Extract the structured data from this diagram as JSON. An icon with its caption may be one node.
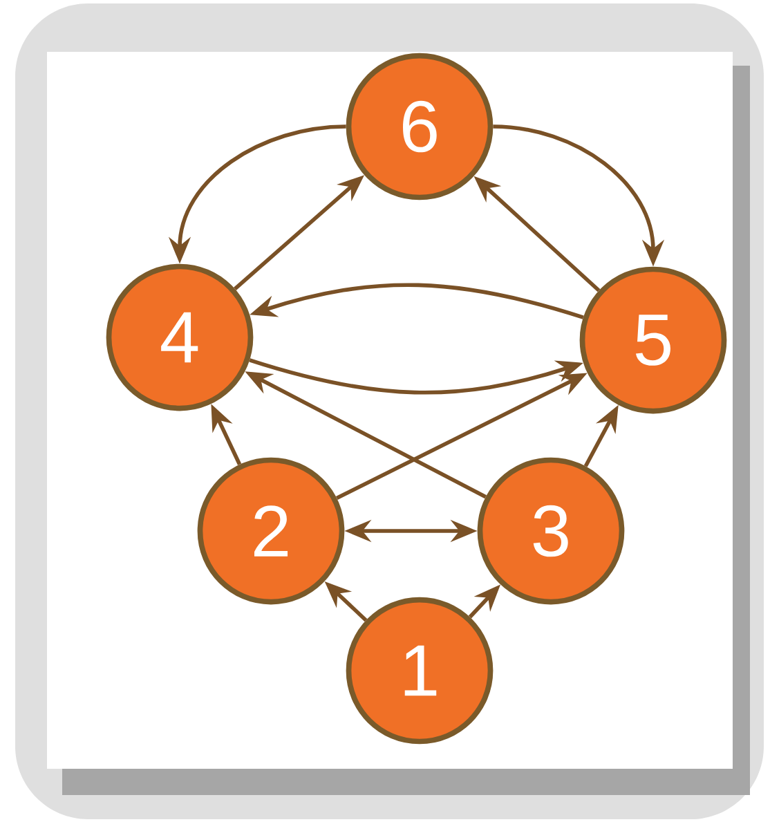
{
  "diagram": {
    "nodes": [
      {
        "text": [
          "6"
        ]
      },
      {
        "text": [
          "4"
        ]
      },
      {
        "text": [
          "5"
        ]
      },
      {
        "text": [
          "2"
        ]
      },
      {
        "text": [
          "3"
        ]
      },
      {
        "text": [
          "1"
        ]
      }
    ],
    "edges": [
      {
        "from": 5,
        "to": 3,
        "arrow": "to"
      },
      {
        "from": 5,
        "to": 4,
        "arrow": "to"
      },
      {
        "from": 3,
        "to": 4,
        "arrow": "both"
      },
      {
        "from": 3,
        "to": 1,
        "arrow": "to"
      },
      {
        "from": 3,
        "to": 2,
        "arrow": "to"
      },
      {
        "from": 4,
        "to": 1,
        "arrow": "to"
      },
      {
        "from": 4,
        "to": 2,
        "arrow": "to"
      },
      {
        "from": 1,
        "to": 2,
        "arrow": "to"
      },
      {
        "from": 2,
        "to": 1,
        "arrow": "to"
      },
      {
        "from": 1,
        "to": 0,
        "arrow": "to"
      },
      {
        "from": 2,
        "to": 0,
        "arrow": "to"
      },
      {
        "from": 0,
        "to": 1,
        "arrow": "to"
      },
      {
        "from": 0,
        "to": 2,
        "arrow": "to"
      }
    ]
  }
}
